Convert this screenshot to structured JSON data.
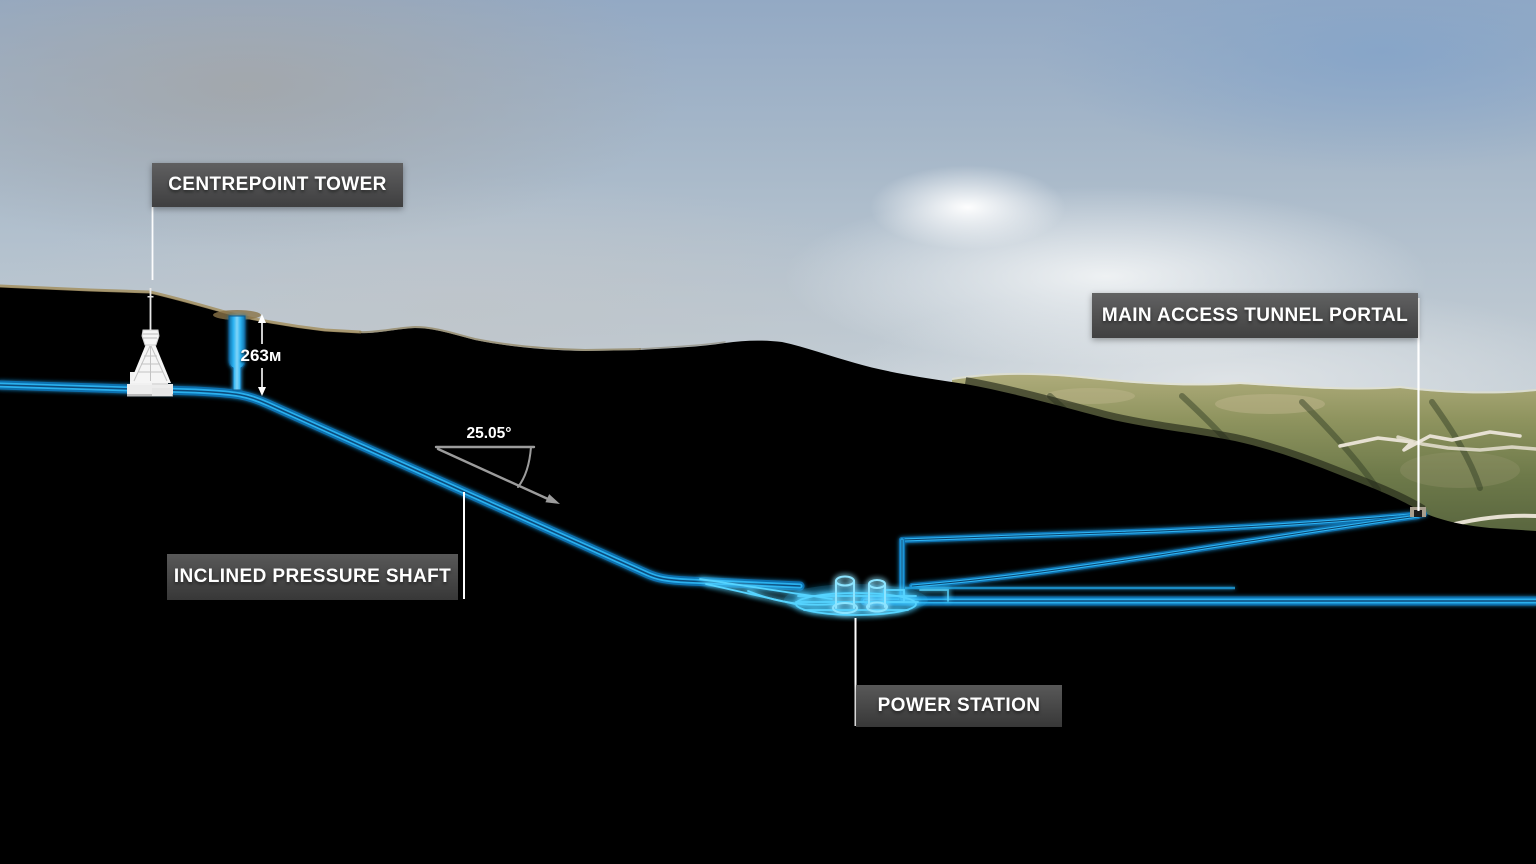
{
  "labels": {
    "centrepoint_tower": "CENTREPOINT TOWER",
    "main_access_tunnel_portal": "MAIN ACCESS TUNNEL PORTAL",
    "inclined_pressure_shaft": "INCLINED PRESSURE SHAFT",
    "power_station": "POWER STATION"
  },
  "annotations": {
    "surge_shaft_depth": "263м",
    "incline_angle": "25.05°"
  },
  "colors": {
    "tunnel_blue": "#29abe2",
    "power_station_cyan": "#56d4ff",
    "label_background": "#4a4a4a",
    "label_text": "#ffffff",
    "annotation_gray": "#9c9c9c",
    "ground_black": "#000000"
  }
}
